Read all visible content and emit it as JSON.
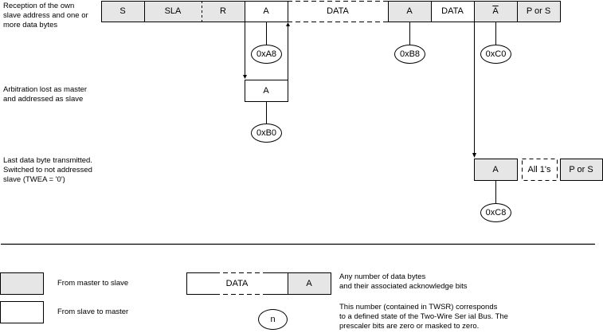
{
  "rows": {
    "reception": {
      "label": "Reception of the own\nslave address and one or\nmore data bytes",
      "cells": [
        {
          "text": "S",
          "dir": "master-to-slave"
        },
        {
          "text": "SLA",
          "dir": "master-to-slave"
        },
        {
          "text": "R",
          "dir": "master-to-slave"
        },
        {
          "text": "A",
          "dir": "slave-to-master"
        },
        {
          "text": "DATA",
          "dir": "slave-to-master"
        },
        {
          "text": "A",
          "dir": "master-to-slave"
        },
        {
          "text": "DATA",
          "dir": "slave-to-master"
        },
        {
          "text": "A",
          "dir": "master-to-slave",
          "negated": true
        },
        {
          "text": "P or S",
          "dir": "master-to-slave"
        }
      ],
      "states": [
        "0xA8",
        "0xB8",
        "0xC0"
      ]
    },
    "arbitration": {
      "label": "Arbitration lost as master\nand addressed as slave",
      "cells": [
        {
          "text": "A",
          "dir": "slave-to-master"
        }
      ],
      "states": [
        "0xB0"
      ]
    },
    "last_byte": {
      "label": "Last data byte transmitted.\nSwitched to not addressed\nslave (TWEA = '0')",
      "cells": [
        {
          "text": "A",
          "dir": "master-to-slave"
        },
        {
          "text": "All 1's",
          "dir": "slave-to-master"
        },
        {
          "text": "P or S",
          "dir": "master-to-slave"
        }
      ],
      "states": [
        "0xC8"
      ]
    }
  },
  "legend": {
    "master_to_slave": "From master to slave",
    "slave_to_master": "From slave to master",
    "data_cell": "DATA",
    "ack_cell": "A",
    "any_number": "Any number of data bytes\nand their associated acknowledge bits",
    "state_symbol": "n",
    "state_desc": "This number (contained in TWSR) corresponds\nto a defined state of the Two-Wire Ser ial Bus. The\nprescaler bits are zero or masked to zero."
  },
  "colors": {
    "master_to_slave_fill": "#e6e6e6",
    "slave_to_master_fill": "#ffffff"
  }
}
